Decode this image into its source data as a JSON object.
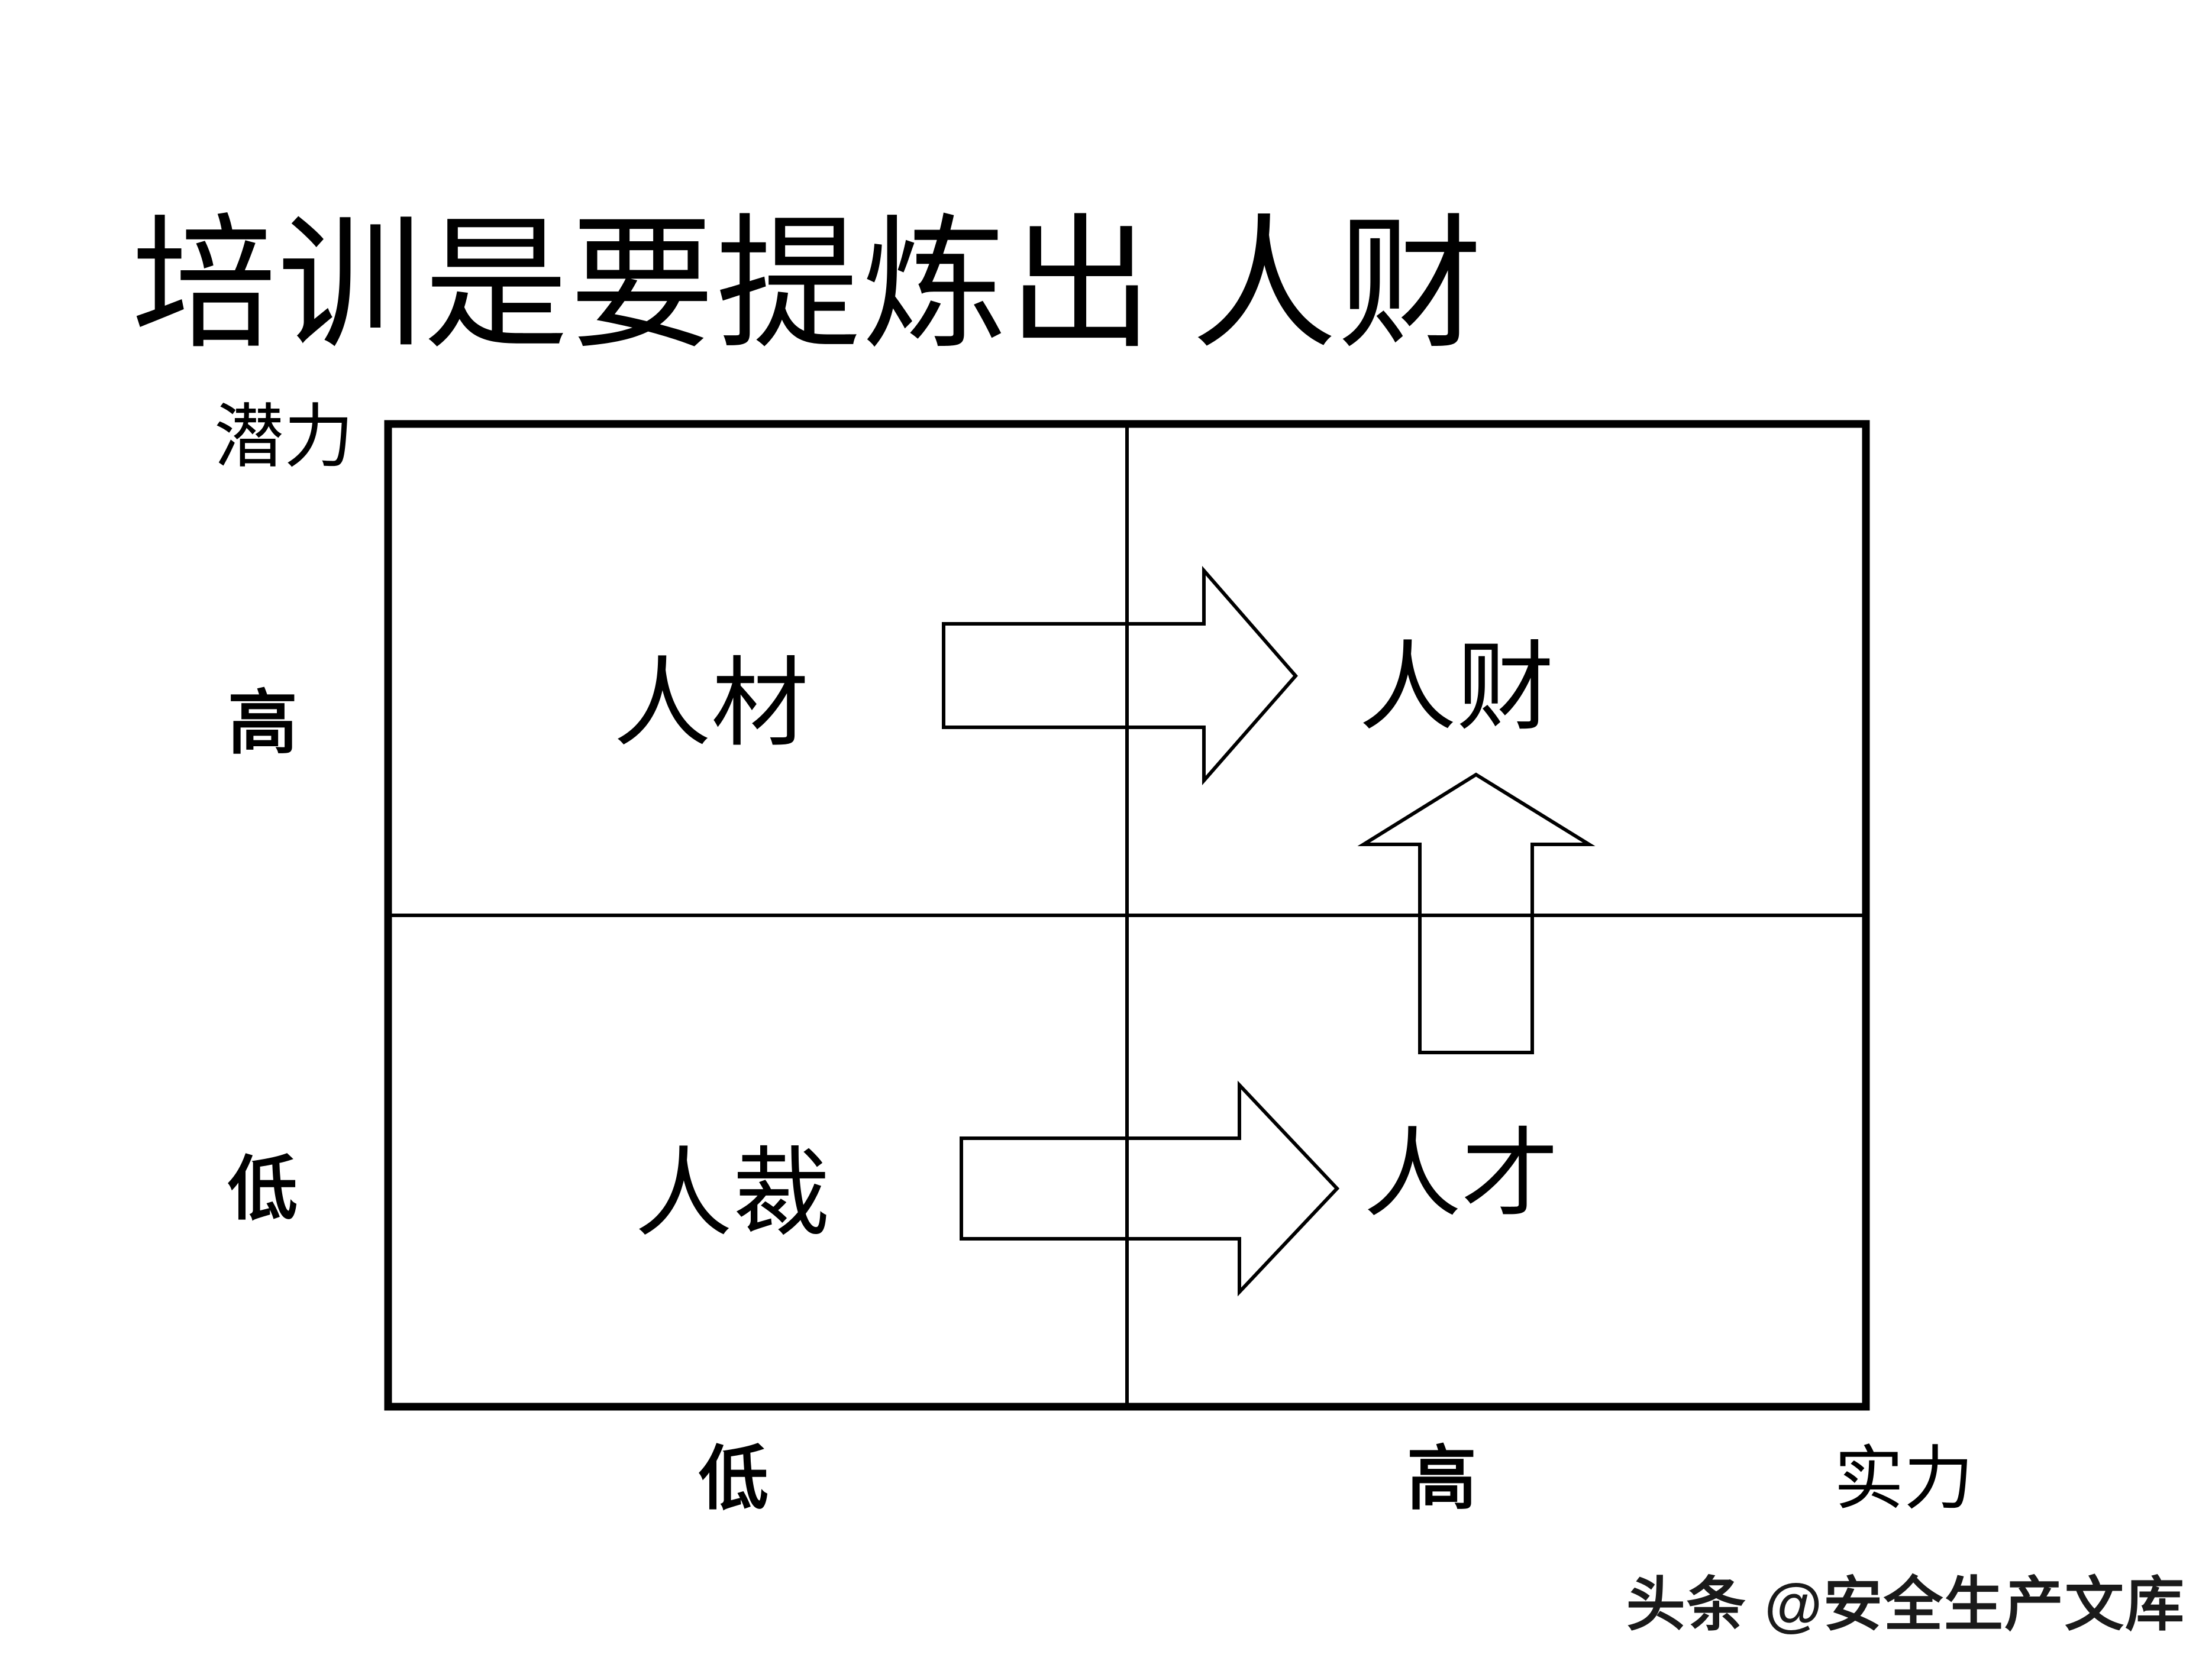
{
  "slide": {
    "title": "培训是要提炼出 人财",
    "background_color": "#ffffff",
    "line_color": "#000000"
  },
  "matrix": {
    "y_axis": {
      "title": "潜力",
      "high_label": "高",
      "low_label": "低"
    },
    "x_axis": {
      "low_label": "低",
      "high_label": "高",
      "title": "实力"
    },
    "quadrants": {
      "top_left": "人材",
      "top_right": "人财",
      "bottom_left": "人裁",
      "bottom_right": "人才"
    },
    "transitions": [
      {
        "from": "人材",
        "to": "人财",
        "direction": "right"
      },
      {
        "from": "人裁",
        "to": "人才",
        "direction": "right"
      },
      {
        "from": "人才",
        "to": "人财",
        "direction": "up"
      }
    ]
  },
  "watermark": {
    "text": "头条 @安全生产文库",
    "color": "#1a1a1a"
  }
}
